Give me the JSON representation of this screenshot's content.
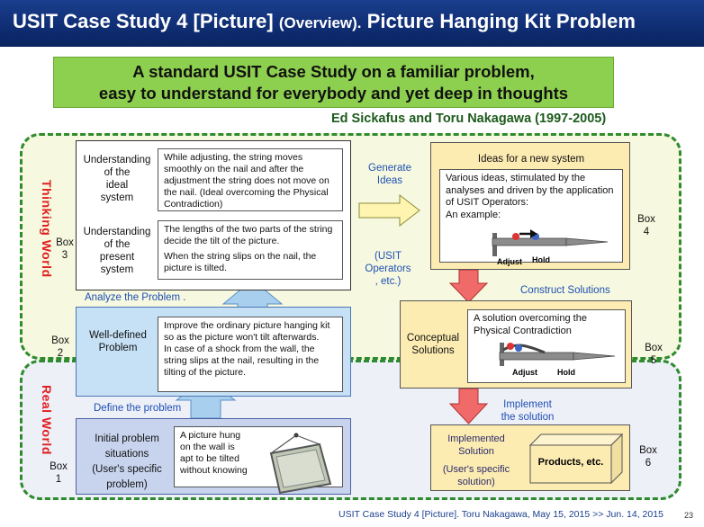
{
  "slide": {
    "title_main": "USIT Case Study 4 [Picture]",
    "title_paren": "(Overview).",
    "title_tail": "Picture Hanging Kit Problem",
    "banner_line1": "A standard USIT Case Study on a familiar problem,",
    "banner_line2": "easy to understand for everybody and yet deep in thoughts",
    "authors": "Ed Sickafus and Toru Nakagawa (1997-2005)",
    "thinking_world": "Thinking World",
    "real_world": "Real World",
    "footer": "USIT Case Study 4 [Picture].  Toru Nakagawa, May 15, 2015 >> Jun. 14, 2015",
    "page_number": "23"
  },
  "box1": {
    "num": "Box\n1",
    "label": "Initial problem\nsituations\n(User's specific\nproblem)",
    "text": "A picture hung\non the wall is\napt to be tilted\nwithout knowing"
  },
  "box2": {
    "num": "Box\n2",
    "label": "Well-defined\nProblem",
    "text": "Improve the ordinary picture hanging kit so as the picture won't tilt afterwards.\nIn case of a shock from the wall, the string slips at the nail, resulting in the tilting of the picture."
  },
  "box3": {
    "num": "Box\n3",
    "ideal_label": "Understanding\nof the\nideal\nsystem",
    "ideal_text": "While adjusting, the string moves smoothly on the nail and after the adjustment the string does not move on the nail. (Ideal overcoming the Physical Contradiction)",
    "present_label": "Understanding\nof the\npresent\nsystem",
    "present_text1": "The lengths of the two parts of the string decide the tilt of the picture.",
    "present_text2": "When the string slips on the nail, the picture is tilted."
  },
  "box4": {
    "num": "Box\n4",
    "title": "Ideas for a new system",
    "text": "Various ideas, stimulated by the analyses and driven by the application of USIT Operators:\nAn example:",
    "adjust": "Adjust",
    "hold": "Hold"
  },
  "box5": {
    "num": "Box\n5",
    "label": "Conceptual\nSolutions",
    "text": "A solution overcoming the\nPhysical Contradiction",
    "adjust": "Adjust",
    "hold": "Hold"
  },
  "box6": {
    "num": "Box\n6",
    "label_top": "Implemented\nSolution",
    "label_bottom": "(User's specific\nsolution)",
    "products": "Products, etc."
  },
  "steps": {
    "define": "Define the problem",
    "analyze": "Analyze the Problem .",
    "generate": "Generate\nIdeas",
    "operators": "(USIT\nOperators\n, etc.)",
    "construct": "Construct Solutions",
    "implement": "Implement\nthe solution"
  },
  "colors": {
    "title_bar": "#0f2d72",
    "banner": "#8dcf4e",
    "region_border": "#2e8b2e",
    "world_label": "#e02020",
    "step_text": "#1f4fb5",
    "box1_fill": "#c8d4ee",
    "box2_fill": "#c6e0f5",
    "box4_fill": "#fdecb2",
    "box5_fill": "#fdecb2",
    "box6_fill": "#fdecb2",
    "arrow_blue": "#a9cfee",
    "arrow_red": "#f06a6a",
    "arrow_yellow": "#fff5b0"
  }
}
